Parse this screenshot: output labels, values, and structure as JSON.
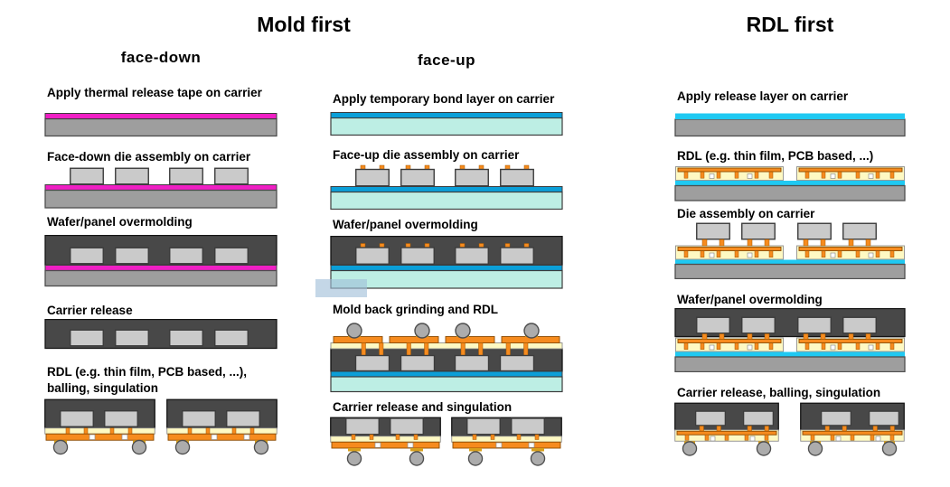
{
  "headers": {
    "mold_first": "Mold first",
    "rdl_first": "RDL first"
  },
  "columns": {
    "face_down": {
      "title": "face-down",
      "steps": [
        {
          "label": "Apply thermal release tape on carrier"
        },
        {
          "label": "Face-down die assembly on carrier"
        },
        {
          "label": "Wafer/panel overmolding"
        },
        {
          "label": "Carrier release"
        },
        {
          "label": "RDL (e.g. thin film, PCB based, ...), balling, singulation"
        }
      ]
    },
    "face_up": {
      "title": "face-up",
      "steps": [
        {
          "label": "Apply temporary bond layer on carrier"
        },
        {
          "label": "Face-up die assembly on carrier"
        },
        {
          "label": "Wafer/panel overmolding"
        },
        {
          "label": "Mold back grinding and RDL"
        },
        {
          "label": "Carrier release and singulation"
        }
      ]
    },
    "rdl_first": {
      "steps": [
        {
          "label": "Apply release layer on carrier"
        },
        {
          "label": "RDL (e.g. thin film, PCB based, ...)"
        },
        {
          "label": "Die assembly on carrier"
        },
        {
          "label": "Wafer/panel overmolding"
        },
        {
          "label": "Carrier release, balling, singulation"
        }
      ]
    }
  },
  "colors": {
    "carrier_gray": "#9E9E9E",
    "mold_dark": "#484848",
    "die_gray": "#CACACA",
    "tape_magenta": "#EF1FC4",
    "bond_blue": "#0B9FD8",
    "carrier_cyan": "#BDEEE4",
    "release_cyan": "#1FC9F2",
    "rdl_yellow": "#FEF9C3",
    "trace_orange": "#F68B1E",
    "ball_gray": "#ACACAC",
    "pad_mustard": "#D8A01D",
    "highlight_blue": "#9FBFD8"
  }
}
